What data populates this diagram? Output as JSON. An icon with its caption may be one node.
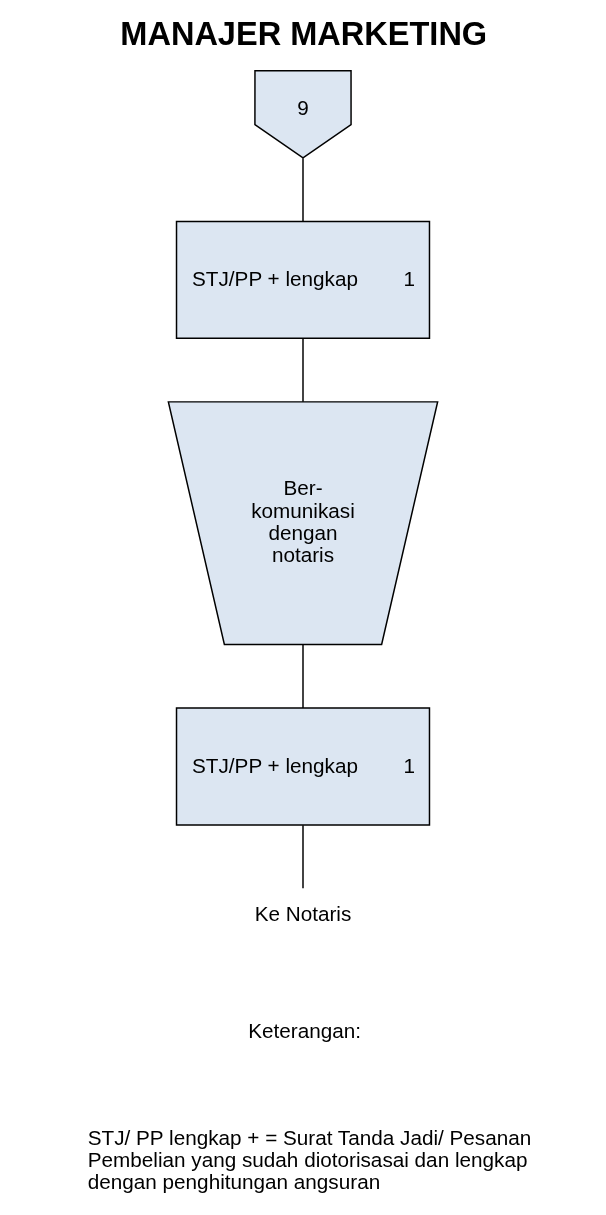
{
  "diagram": {
    "title": "MANAJER MARKETING",
    "nodes": [
      {
        "text": [
          "9"
        ]
      },
      {
        "text": [
          "STJ/PP + lengkap",
          "1"
        ]
      },
      {
        "text": [
          "Ber- komunikasi dengan notaris"
        ]
      },
      {
        "text": [
          "STJ/PP + lengkap",
          "1"
        ]
      },
      {
        "text": [
          "Ke Notaris"
        ]
      }
    ],
    "edges": [
      {
        "from": 0,
        "to": 1,
        "arrow": "none"
      },
      {
        "from": 1,
        "to": 2,
        "arrow": "none"
      },
      {
        "from": 2,
        "to": 3,
        "arrow": "none"
      },
      {
        "from": 3,
        "to": 4,
        "arrow": "none"
      }
    ],
    "labels": [
      "Keterangan:",
      "STJ/ PP lengkap + = Surat Tanda Jadi/ Pesanan Pembelian yang sudah diotorisasai dan lengkap dengan penghitungan angsuran"
    ]
  }
}
